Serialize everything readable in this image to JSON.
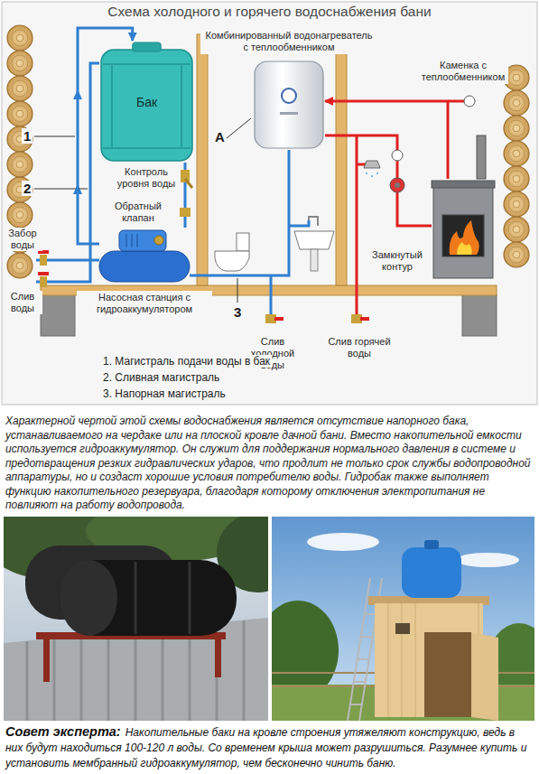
{
  "diagram": {
    "title": "Схема холодного и горячего водоснабжения бани",
    "caption": "Характерной чертой этой схемы водоснабжения является отсутствие напорного бака, устанавливаемого на чердаке или на плоской кровле дачной бани. Вместо накопительной емкости используется гидроаккумулятор. Он служит для поддержания нормального давления в системе и предотвращения резких гидравлических ударов, что продлит не только срок службы водопроводной аппаратуры, но и создаст хорошие условия потребителю воды. Гидробак также выполняет функцию накопительного резервуара, благодаря которому отключения электропитания не повлияют на работу водопровода.",
    "nodes": [
      {
        "text": [
          "Бак"
        ]
      },
      {
        "text": [
          "Насосная станция с гидроаккумулятором"
        ]
      },
      {
        "text": [
          "Комбинированный водонагреватель с теплообменником"
        ]
      },
      {
        "text": [
          "Каменка с теплообменником"
        ]
      }
    ],
    "edges": [
      {
        "from": 1,
        "to": 0,
        "arrow": "to"
      },
      {
        "from": 3,
        "to": 2,
        "arrow": "to"
      }
    ],
    "labels": [
      "1",
      "2",
      "Забор воды",
      "Слив воды",
      "Контроль уровня воды",
      "Обратный клапан",
      "А",
      "3",
      "Замкнутый контур",
      "Слив холодной воды",
      "Слив горячей воды",
      "1. Магистраль подачи воды в бак",
      "2. Сливная магистраль",
      "3. Напорная магистраль",
      "Совет эксперта:",
      "Накопительные баки на кровле строения утяжеляют конструкцию, ведь в них будут находиться 100-120 л воды. Со временем крыша может разрушиться. Разумнее купить и установить мембранный гидроаккумулятор, чем бесконечно чинить баню."
    ]
  }
}
